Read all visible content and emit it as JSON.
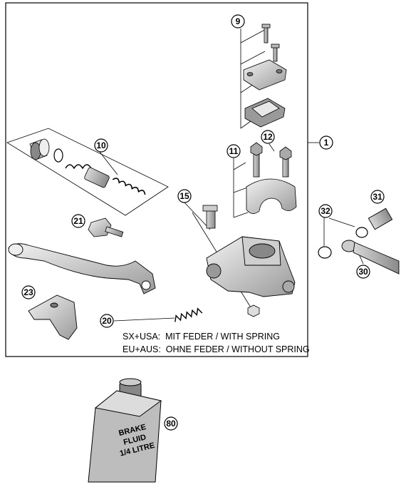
{
  "callouts": {
    "c1": "1",
    "c9": "9",
    "c10": "10",
    "c11": "11",
    "c12": "12",
    "c15": "15",
    "c20": "20",
    "c21": "21",
    "c23": "23",
    "c30": "30",
    "c31": "31",
    "c32": "32",
    "c80": "80"
  },
  "notes": {
    "line1": "SX+USA:  MIT FEDER / WITH SPRING",
    "line2": "EU+AUS:  OHNE FEDER / WITHOUT SPRING"
  },
  "bottle_label": [
    "BRAKE",
    "FLUID",
    "1/4 LITRE"
  ],
  "colors": {
    "line": "#000000",
    "fill_light": "#e6e6e6",
    "fill_mid": "#bdbdbd",
    "fill_dark": "#8c8c8c"
  }
}
